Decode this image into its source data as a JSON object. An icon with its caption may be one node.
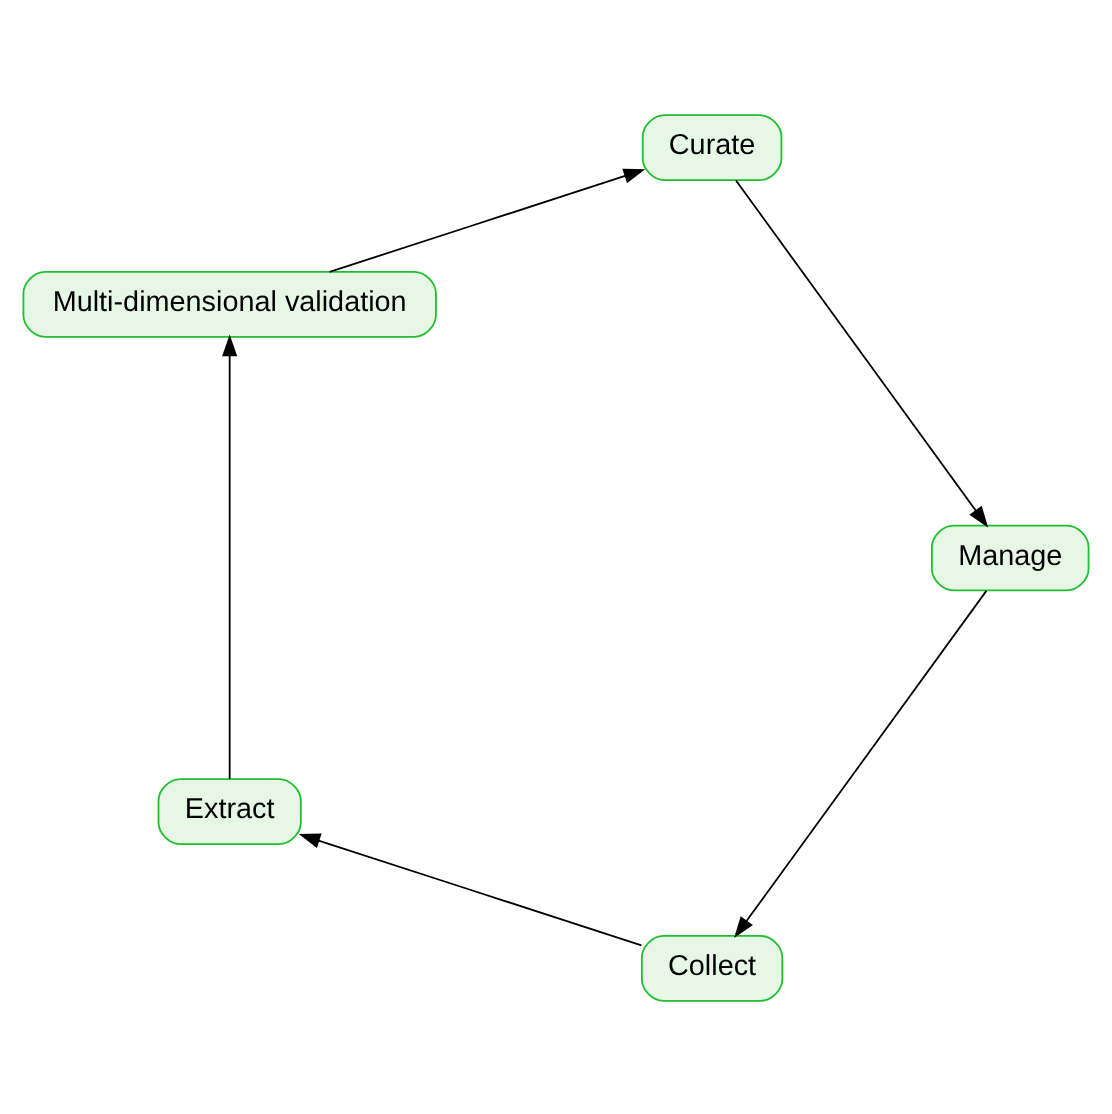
{
  "diagram": {
    "nodes": [
      {
        "text": [
          "Collect"
        ]
      },
      {
        "text": [
          "Extract"
        ]
      },
      {
        "text": [
          "Multi-dimensional validation"
        ]
      },
      {
        "text": [
          "Curate"
        ]
      },
      {
        "text": [
          "Manage"
        ]
      }
    ],
    "edges": [
      {
        "from": 4,
        "to": 0,
        "arrow": "to"
      },
      {
        "from": 0,
        "to": 1,
        "arrow": "to"
      },
      {
        "from": 1,
        "to": 2,
        "arrow": "to"
      },
      {
        "from": 2,
        "to": 3,
        "arrow": "to"
      },
      {
        "from": 3,
        "to": 4,
        "arrow": "to"
      }
    ]
  }
}
